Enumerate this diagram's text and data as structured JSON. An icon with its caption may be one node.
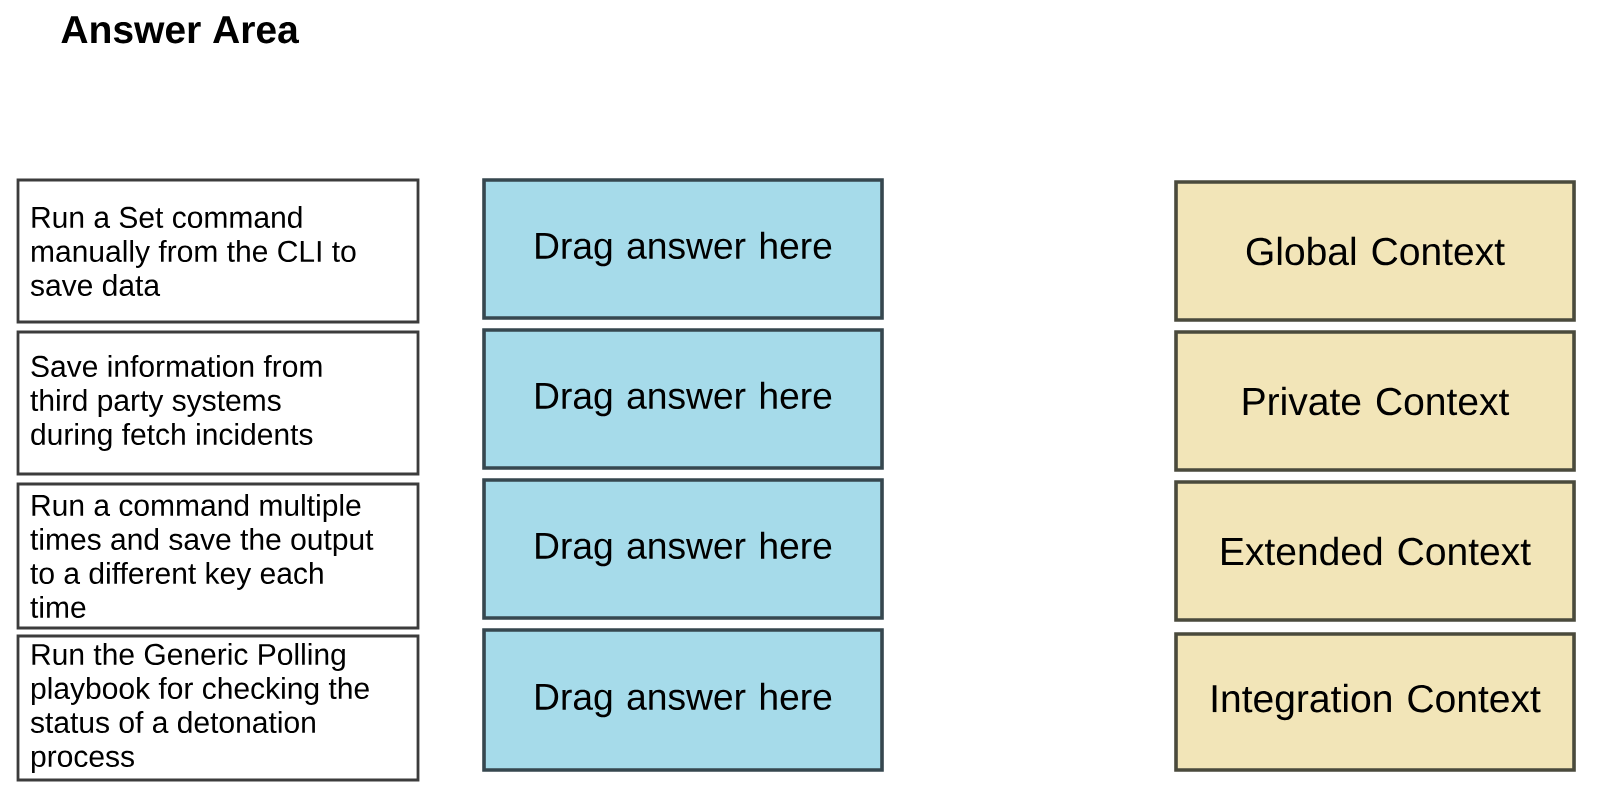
{
  "diagram": {
    "title": "Answer Area",
    "nodes": [
      {
        "text": [
          "Run a Set command manually from the CLI to save data"
        ]
      },
      {
        "text": [
          "Drag answer here"
        ]
      },
      {
        "text": [
          "Global Context"
        ]
      },
      {
        "text": [
          "Save information from third party systems during fetch incidents"
        ]
      },
      {
        "text": [
          "Drag answer here"
        ]
      },
      {
        "text": [
          "Private Context"
        ]
      },
      {
        "text": [
          "Run a command multiple times and save the output to a different key each time"
        ]
      },
      {
        "text": [
          "Drag answer here"
        ]
      },
      {
        "text": [
          "Extended Context"
        ]
      },
      {
        "text": [
          "Run the Generic Polling playbook for checking the status of a detonation process"
        ]
      },
      {
        "text": [
          "Drag answer here"
        ]
      },
      {
        "text": [
          "Integration Context"
        ]
      }
    ]
  }
}
